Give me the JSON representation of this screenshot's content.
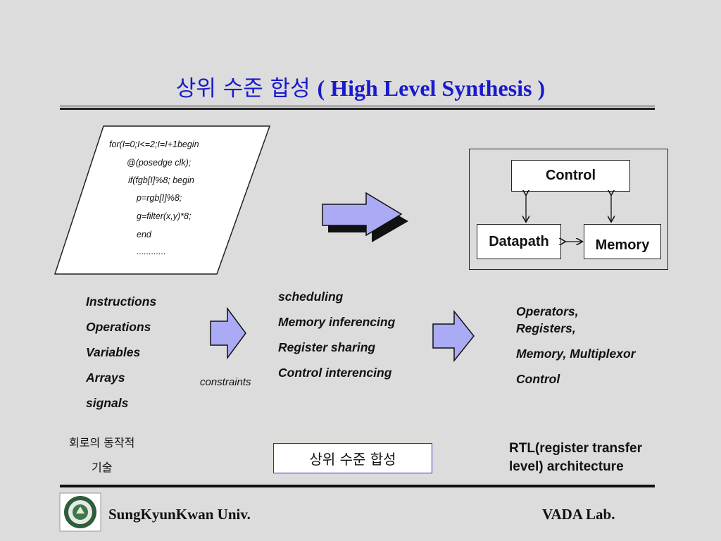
{
  "title": {
    "korean": "상위 수준 합성",
    "english": "( High Level Synthesis )"
  },
  "code_block": {
    "lines": [
      "for(I=0;I<=2;I=I+1begin",
      "@(posedge clk);",
      "if(fgb[I]%8; begin",
      "p=rgb[I]%8;",
      "g=filter(x,y)*8;",
      "end",
      "............"
    ]
  },
  "architecture": {
    "control": "Control",
    "datapath": "Datapath",
    "memory": "Memory"
  },
  "inputs": [
    "Instructions",
    "Operations",
    "Variables",
    "Arrays",
    "signals"
  ],
  "constraints_label": "constraints",
  "tasks": [
    "scheduling",
    "Memory inferencing",
    "Register sharing",
    "Control interencing"
  ],
  "outputs": [
    "Operators,",
    "Registers,",
    "Memory, Multiplexor",
    "Control"
  ],
  "behavior_caption": [
    "회로의 동작적",
    "기술"
  ],
  "synthesis_box": "상위 수준 합성",
  "rtl_caption": [
    "RTL(register transfer",
    "level)  architecture"
  ],
  "footer": {
    "left": "SungKyunKwan Univ.",
    "right": "VADA Lab."
  },
  "colors": {
    "title_blue": "#1a1acc",
    "arrow_fill": "#aaaaf5",
    "background": "#dcdcdc"
  }
}
